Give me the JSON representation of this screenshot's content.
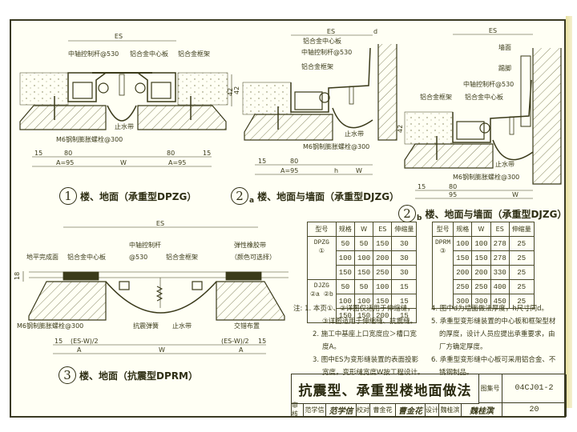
{
  "drawing": {
    "detail1": {
      "number": "1",
      "caption": "楼、地面（承重型DPZG）",
      "labels": {
        "es": "ES",
        "control_rod": "中轴控制杆@530",
        "center_plate": "铝合金中心板",
        "frame": "铝合金框架",
        "waterstop": "止水带",
        "bolt": "M6钢制膨胀螺栓@300",
        "height": "42"
      },
      "dims": {
        "edge": "15",
        "width80": "80",
        "a95": "A=95",
        "w": "W"
      }
    },
    "detail2a": {
      "number": "2",
      "suffix": "a",
      "caption": "楼、地面与墙面（承重型DJZG）",
      "labels": {
        "es": "ES",
        "d": "d",
        "center_plate": "铝合金中心板",
        "control_rod": "中轴控制杆@530",
        "frame": "铝合金框架",
        "waterstop": "止水带",
        "bolt": "M6钢制膨胀螺栓@300",
        "height": "42"
      },
      "dims": {
        "edge": "15",
        "width80": "80",
        "a95": "A=95",
        "h": "h",
        "w": "W"
      }
    },
    "detail2b": {
      "number": "2",
      "suffix": "b",
      "caption": "楼、地面与墙面（承重型DJZG）",
      "labels": {
        "es": "ES",
        "wall": "墙面",
        "skirting": "踢脚",
        "control_rod": "中轴控制杆@530",
        "frame": "铝合金框架",
        "center_plate": "铝合金中心板",
        "waterstop": "止水带",
        "bolt": "M6钢制膨胀螺栓@300",
        "height": "42"
      },
      "dims": {
        "edge": "15",
        "width80": "80",
        "a95": "95",
        "w": "W"
      }
    },
    "detail3": {
      "number": "3",
      "caption": "楼、地面（抗震型DPRM）",
      "labels": {
        "es": "ES",
        "floor_finish": "地平完成面",
        "center_plate": "铝合金中心板",
        "control_rod_1": "中轴控制杆",
        "control_rod_2": "@530",
        "frame": "铝合金框架",
        "rubber_1": "弹性橡胶带",
        "rubber_2": "（颜色可选择）",
        "bolt": "M6钢制膨胀螺栓@300",
        "spring": "抗震弹簧",
        "waterstop": "止水带",
        "staggered": "交错布置",
        "height": "18"
      },
      "dims": {
        "edge": "15",
        "half": "(ES-W)/2",
        "a": "A",
        "w": "W"
      }
    }
  },
  "table1": {
    "headers": [
      "型号",
      "规格",
      "W",
      "ES",
      "伸缩量"
    ],
    "groups": [
      {
        "model": "DPZG",
        "ref": "①",
        "rows": [
          [
            "50",
            "50",
            "150",
            "30"
          ],
          [
            "100",
            "100",
            "200",
            "30"
          ],
          [
            "150",
            "150",
            "250",
            "30"
          ]
        ]
      },
      {
        "model": "DJZG",
        "ref": "②a ②b",
        "rows": [
          [
            "50",
            "50",
            "100",
            "15"
          ],
          [
            "100",
            "100",
            "150",
            "15"
          ],
          [
            "150",
            "150",
            "200",
            "15"
          ]
        ]
      }
    ]
  },
  "table2": {
    "headers": [
      "型号",
      "规格",
      "W",
      "ES",
      "伸缩量"
    ],
    "groups": [
      {
        "model": "DPRM",
        "ref": "③",
        "rows": [
          [
            "100",
            "100",
            "278",
            "25"
          ],
          [
            "150",
            "150",
            "278",
            "25"
          ],
          [
            "200",
            "200",
            "330",
            "25"
          ],
          [
            "250",
            "250",
            "400",
            "25"
          ],
          [
            "300",
            "300",
            "450",
            "25"
          ]
        ]
      }
    ]
  },
  "notes": {
    "prefix": "注:",
    "left": [
      "1. 本页①、②详图仅适用于伸缩缝，",
      "③详图适用于伸缩缝、抗震缝。",
      "2. 施工中基座上口宽度应＞槽口宽",
      "度A。",
      "3. 图中ES为变形缝装置的表面投影",
      "宽度，变形缝宽度W按工程设计。"
    ],
    "right": [
      "4. 图中d为墙面做法厚度，h尺寸同d。",
      "5. 承重型变形缝装置的中心板和框架型材",
      "的厚度，设计人员应提出承重要求，由",
      "厂方确定厚度。",
      "6. 承重型变形缝中心板可采用铝合金、不",
      "锈钢制品。"
    ]
  },
  "title_block": {
    "title": "抗震型、承重型楼地面做法",
    "atlas_label": "图集号",
    "atlas_no": "04CJ01-2",
    "page_label": "页",
    "page_no": "20",
    "review_label": "审核",
    "reviewer": "范学信",
    "reviewer_sig": "范学信",
    "check_label": "校对",
    "checker": "曹金花",
    "checker_sig": "曹金花",
    "design_label": "设计",
    "designer": "魏桂滨",
    "designer_sig": "魏桂滨"
  },
  "colors": {
    "paper": "#fffff4",
    "ink": "#3a3a1a",
    "border": "#3a3a22"
  }
}
